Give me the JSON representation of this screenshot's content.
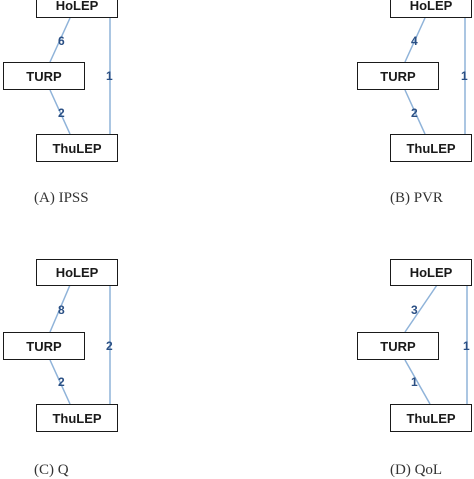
{
  "colors": {
    "edge": "#8fb3d9",
    "node_border": "#1a1a1a",
    "edge_label": "#2a4f84"
  },
  "panels": [
    {
      "caption": "(A) IPSS",
      "nodes": {
        "top": "HoLEP",
        "middle": "TURP",
        "bottom": "ThuLEP"
      },
      "edges": {
        "top_middle": "6",
        "middle_bottom": "2",
        "top_bottom": "1"
      }
    },
    {
      "caption": "(B) PVR",
      "nodes": {
        "top": "HoLEP",
        "middle": "TURP",
        "bottom": "ThuLEP"
      },
      "edges": {
        "top_middle": "4",
        "middle_bottom": "2",
        "top_bottom": "1"
      }
    },
    {
      "caption": "(C) Q",
      "nodes": {
        "top": "HoLEP",
        "middle": "TURP",
        "bottom": "ThuLEP"
      },
      "edges": {
        "top_middle": "8",
        "middle_bottom": "2",
        "top_bottom": "2"
      }
    },
    {
      "caption": "(D) QoL",
      "nodes": {
        "top": "HoLEP",
        "middle": "TURP",
        "bottom": "ThuLEP"
      },
      "edges": {
        "top_middle": "3",
        "middle_bottom": "1",
        "top_bottom": "1"
      }
    }
  ]
}
